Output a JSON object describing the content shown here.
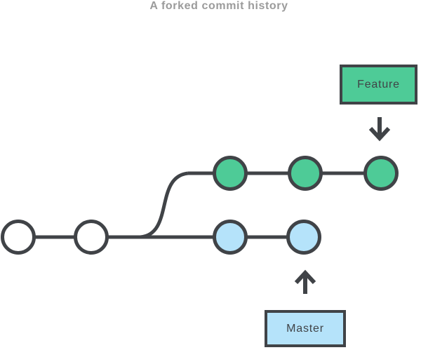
{
  "title": "A forked commit history",
  "branch_labels": {
    "feature": "Feature",
    "master": "Master"
  },
  "colors": {
    "feature_fill": "#4ecb97",
    "master_fill": "#b5e3fa",
    "stroke_dark": "#404347",
    "title_gray": "#9b9b9b",
    "bg": "#ffffff"
  },
  "graph": {
    "type": "git-commit-graph",
    "trunk": {
      "commit_count": 2,
      "node_style": "white"
    },
    "branches": [
      {
        "name": "Feature",
        "commit_count": 3,
        "node_style": "green",
        "pointer": "down-arrow"
      },
      {
        "name": "Master",
        "commit_count": 2,
        "node_style": "blue",
        "pointer": "up-arrow"
      }
    ]
  }
}
